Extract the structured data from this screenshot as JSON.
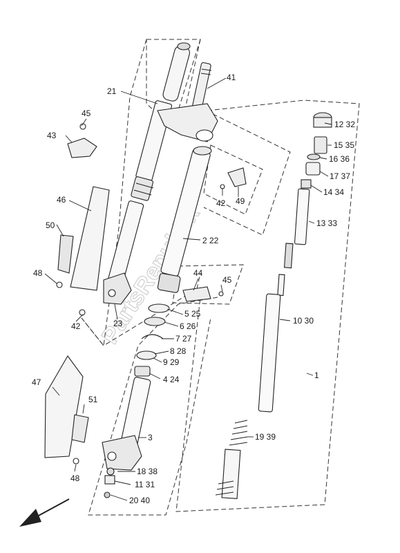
{
  "watermark": "PartsRepublik",
  "callouts": {
    "c1": "1",
    "c2": "2 22",
    "c3": "3",
    "c4": "4 24",
    "c5": "5 25",
    "c6": "6 26",
    "c7": "7 27",
    "c8": "8 28",
    "c9": "9 29",
    "c10": "10 30",
    "c11": "11 31",
    "c12": "12 32",
    "c13": "13 33",
    "c14": "14 34",
    "c15": "15 35",
    "c16": "16 36",
    "c17": "17 37",
    "c18": "18 38",
    "c19": "19 39",
    "c20": "20 40",
    "c21": "21",
    "c23": "23",
    "c41": "41",
    "c42a": "42",
    "c42b": "42",
    "c43": "43",
    "c44": "44",
    "c45a": "45",
    "c45b": "45",
    "c46": "46",
    "c47": "47",
    "c48a": "48",
    "c48b": "48",
    "c49": "49",
    "c50": "50",
    "c51": "51"
  },
  "colors": {
    "ink": "#222222",
    "shade": "#555555",
    "fill": "#f4f4f4",
    "watermark": "#cfcfcf"
  },
  "icons": {
    "direction": "front-arrow-icon"
  }
}
